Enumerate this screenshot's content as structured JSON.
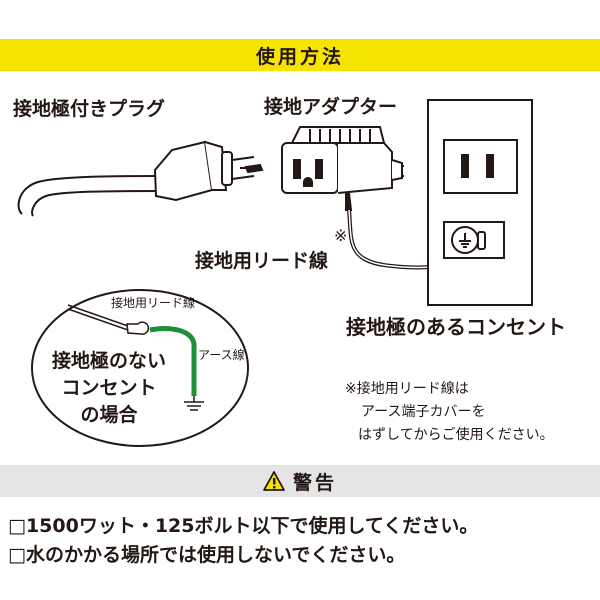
{
  "header": {
    "title": "使用方法"
  },
  "labels": {
    "plug": "接地極付きプラグ",
    "adapter": "接地アダプター",
    "asterisk": "※",
    "lead_wire": "接地用リード線",
    "outlet_with_ground": "接地極のあるコンセント",
    "lead_wire_small": "接地用リード線",
    "earth_wire": "アース線",
    "no_ground_line1": "接地極のない",
    "no_ground_line2": "コンセント",
    "no_ground_line3": "の場合"
  },
  "note": {
    "line1": "※接地用リード線は",
    "line2": "アース端子カバーを",
    "line3": "はずしてからご使用ください。"
  },
  "warning": {
    "title": "警告",
    "items": [
      "□1500ワット・125ボルト以下で使用してください。",
      "□水のかかる場所では使用しないでください。"
    ]
  },
  "colors": {
    "banner_yellow": "#f5e300",
    "warning_gray": "#e5e5e5",
    "earth_wire_green": "#1f8f3a",
    "line_black": "#231815"
  },
  "icons": [
    "warning-triangle-icon",
    "ground-symbol-icon"
  ]
}
